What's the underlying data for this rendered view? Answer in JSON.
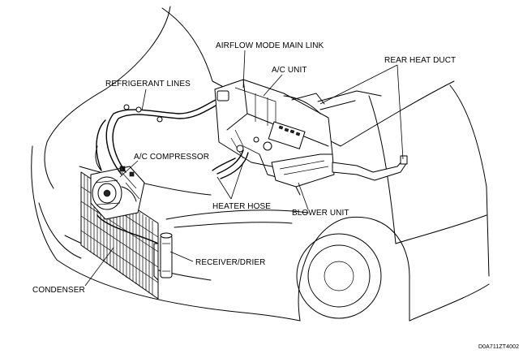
{
  "labels": {
    "airflow_mode_main_link": "AIRFLOW MODE MAIN LINK",
    "ac_unit": "A/C UNIT",
    "rear_heat_duct": "REAR HEAT DUCT",
    "refrigerant_lines": "REFRIGERANT LINES",
    "ac_compressor": "A/C COMPRESSOR",
    "heater_hose": "HEATER HOSE",
    "blower_unit": "BLOWER UNIT",
    "receiver_drier": "RECEIVER/DRIER",
    "condenser": "CONDENSER"
  },
  "figure_code": "D0A711ZT4002"
}
